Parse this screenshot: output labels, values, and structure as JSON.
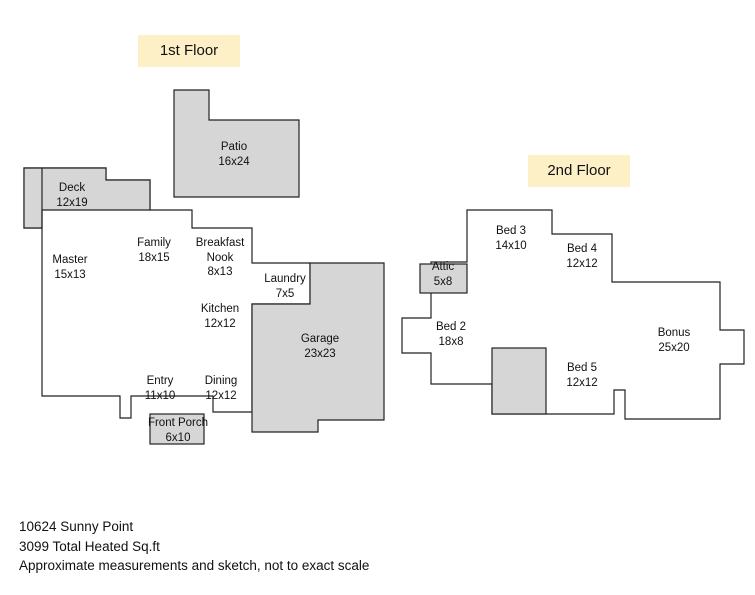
{
  "floor1": {
    "label": "1st Floor"
  },
  "floor2": {
    "label": "2nd Floor"
  },
  "rooms": {
    "patio": {
      "name": "Patio",
      "size": "16x24"
    },
    "deck": {
      "name": "Deck",
      "size": "12x19"
    },
    "master": {
      "name": "Master",
      "size": "15x13"
    },
    "family": {
      "name": "Family",
      "size": "18x15"
    },
    "breakfast": {
      "name1": "Breakfast",
      "name2": "Nook",
      "size": "8x13"
    },
    "laundry": {
      "name": "Laundry",
      "size": "7x5"
    },
    "kitchen": {
      "name": "Kitchen",
      "size": "12x12"
    },
    "garage": {
      "name": "Garage",
      "size": "23x23"
    },
    "entry": {
      "name": "Entry",
      "size": "11x10"
    },
    "dining": {
      "name": "Dining",
      "size": "12x12"
    },
    "front_porch": {
      "name": "Front Porch",
      "size": "6x10"
    },
    "bed3": {
      "name": "Bed 3",
      "size": "14x10"
    },
    "bed4": {
      "name": "Bed 4",
      "size": "12x12"
    },
    "attic": {
      "name": "Attic",
      "size": "5x8"
    },
    "bed2": {
      "name": "Bed 2",
      "size": "18x8"
    },
    "bonus": {
      "name": "Bonus",
      "size": "25x20"
    },
    "bed5": {
      "name": "Bed 5",
      "size": "12x12"
    }
  },
  "footer": {
    "address": "10624 Sunny Point",
    "sqft": "3099 Total Heated Sq.ft",
    "disclaimer": "Approximate measurements and sketch, not to exact scale"
  },
  "colors": {
    "label_bg": "#fdefc6",
    "shaded_area": "#d6d6d6",
    "outline": "#222222"
  }
}
